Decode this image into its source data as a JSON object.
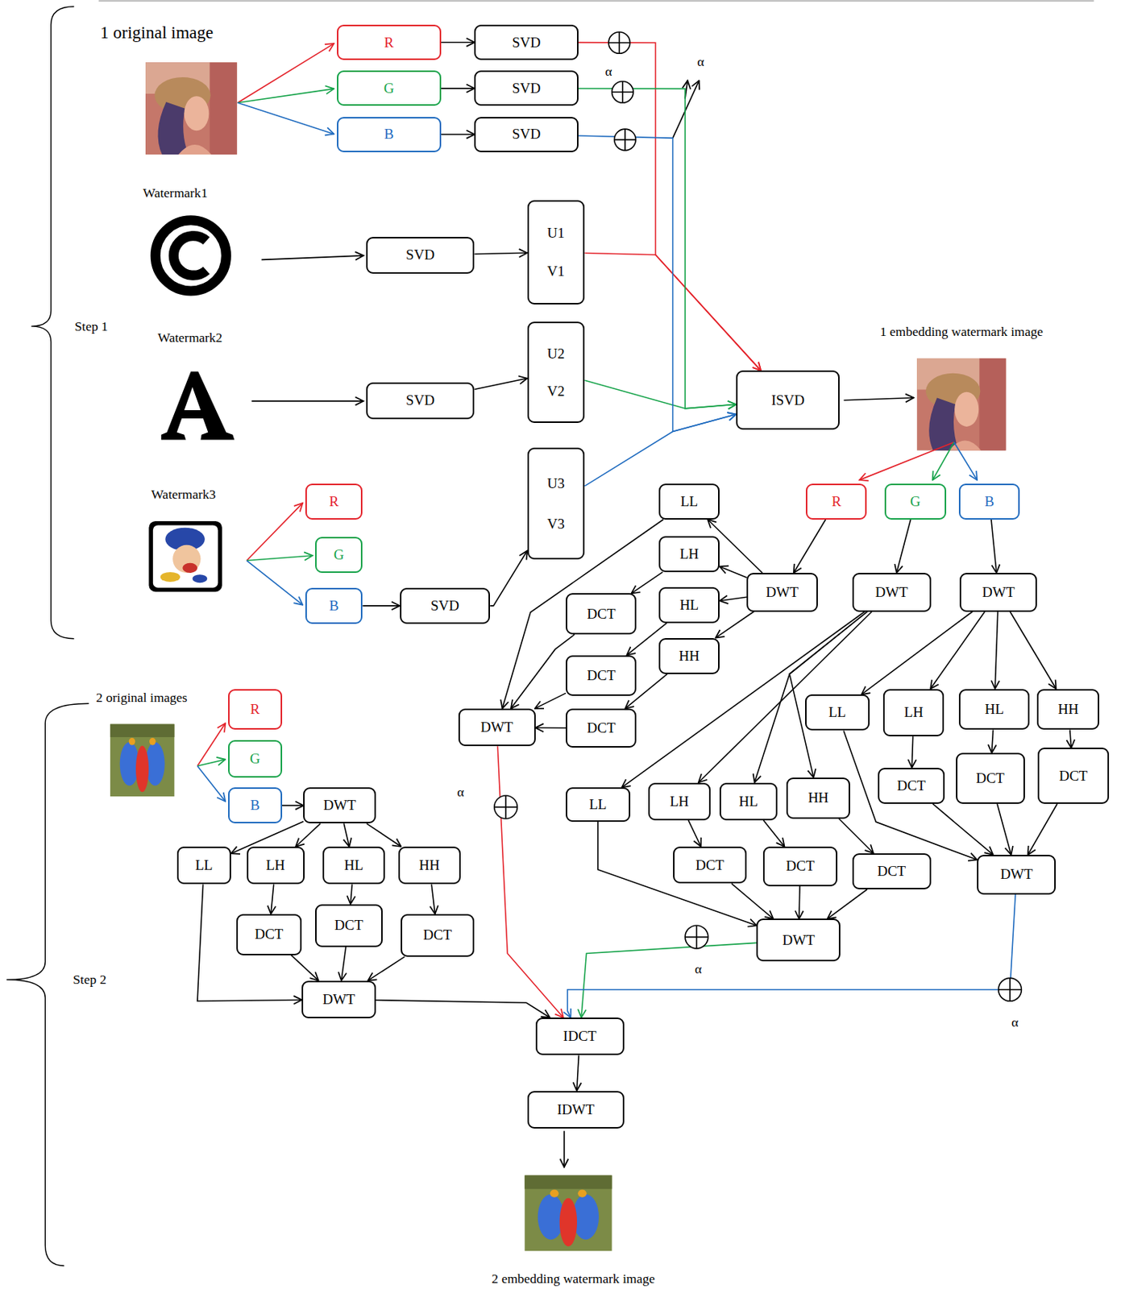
{
  "diagram": {
    "nodes": [
      {
        "text": [
          "R"
        ]
      },
      {
        "text": [
          "G"
        ]
      },
      {
        "text": [
          "B"
        ]
      },
      {
        "text": [
          "SVD"
        ]
      },
      {
        "text": [
          "SVD"
        ]
      },
      {
        "text": [
          "SVD"
        ]
      },
      {
        "text": [
          "SVD"
        ]
      },
      {
        "text": [
          "U1",
          "V1"
        ]
      },
      {
        "text": [
          "SVD"
        ]
      },
      {
        "text": [
          "U2",
          "V2"
        ]
      },
      {
        "text": [
          "R"
        ]
      },
      {
        "text": [
          "G"
        ]
      },
      {
        "text": [
          "B"
        ]
      },
      {
        "text": [
          "SVD"
        ]
      },
      {
        "text": [
          "U3",
          "V3"
        ]
      },
      {
        "text": [
          "ISVD"
        ]
      },
      {
        "text": [
          "R"
        ]
      },
      {
        "text": [
          "G"
        ]
      },
      {
        "text": [
          "B"
        ]
      },
      {
        "text": [
          "DWT"
        ]
      },
      {
        "text": [
          "DWT"
        ]
      },
      {
        "text": [
          "DWT"
        ]
      },
      {
        "text": [
          "LL"
        ]
      },
      {
        "text": [
          "LH"
        ]
      },
      {
        "text": [
          "HL"
        ]
      },
      {
        "text": [
          "HH"
        ]
      },
      {
        "text": [
          "DCT"
        ]
      },
      {
        "text": [
          "DCT"
        ]
      },
      {
        "text": [
          "DCT"
        ]
      },
      {
        "text": [
          "DWT"
        ]
      },
      {
        "text": [
          "LL"
        ]
      },
      {
        "text": [
          "LH"
        ]
      },
      {
        "text": [
          "HL"
        ]
      },
      {
        "text": [
          "HH"
        ]
      },
      {
        "text": [
          "DCT"
        ]
      },
      {
        "text": [
          "DCT"
        ]
      },
      {
        "text": [
          "DCT"
        ]
      },
      {
        "text": [
          "DWT"
        ]
      },
      {
        "text": [
          "LL"
        ]
      },
      {
        "text": [
          "LH"
        ]
      },
      {
        "text": [
          "HL"
        ]
      },
      {
        "text": [
          "HH"
        ]
      },
      {
        "text": [
          "DCT"
        ]
      },
      {
        "text": [
          "DCT"
        ]
      },
      {
        "text": [
          "DCT"
        ]
      },
      {
        "text": [
          "DWT"
        ]
      },
      {
        "text": [
          "R"
        ]
      },
      {
        "text": [
          "G"
        ]
      },
      {
        "text": [
          "B"
        ]
      },
      {
        "text": [
          "DWT"
        ]
      },
      {
        "text": [
          "LL"
        ]
      },
      {
        "text": [
          "LH"
        ]
      },
      {
        "text": [
          "HL"
        ]
      },
      {
        "text": [
          "HH"
        ]
      },
      {
        "text": [
          "DCT"
        ]
      },
      {
        "text": [
          "DCT"
        ]
      },
      {
        "text": [
          "DCT"
        ]
      },
      {
        "text": [
          "DWT"
        ]
      },
      {
        "text": [
          "IDCT"
        ]
      },
      {
        "text": [
          "IDWT"
        ]
      }
    ],
    "edges": [
      {
        "from": 0,
        "to": 3,
        "arrow": "to"
      },
      {
        "from": 1,
        "to": 4,
        "arrow": "to"
      },
      {
        "from": 2,
        "to": 5,
        "arrow": "to"
      },
      {
        "from": 3,
        "to": 15,
        "arrow": "to"
      },
      {
        "from": 7,
        "to": 15,
        "arrow": "to"
      },
      {
        "from": 4,
        "to": 15,
        "arrow": "to"
      },
      {
        "from": 9,
        "to": 15,
        "arrow": "to"
      },
      {
        "from": 5,
        "to": 15,
        "arrow": "to"
      },
      {
        "from": 14,
        "to": 15,
        "arrow": "to"
      },
      {
        "from": 6,
        "to": 7,
        "arrow": "to"
      },
      {
        "from": 8,
        "to": 9,
        "arrow": "to"
      },
      {
        "from": 12,
        "to": 13,
        "arrow": "to"
      },
      {
        "from": 13,
        "to": 14,
        "arrow": "to"
      },
      {
        "from": 16,
        "to": 19,
        "arrow": "to"
      },
      {
        "from": 17,
        "to": 20,
        "arrow": "to"
      },
      {
        "from": 18,
        "to": 21,
        "arrow": "to"
      },
      {
        "from": 19,
        "to": 22,
        "arrow": "to"
      },
      {
        "from": 19,
        "to": 23,
        "arrow": "to"
      },
      {
        "from": 19,
        "to": 24,
        "arrow": "to"
      },
      {
        "from": 19,
        "to": 25,
        "arrow": "to"
      },
      {
        "from": 23,
        "to": 26,
        "arrow": "to"
      },
      {
        "from": 24,
        "to": 27,
        "arrow": "to"
      },
      {
        "from": 25,
        "to": 28,
        "arrow": "to"
      },
      {
        "from": 22,
        "to": 29,
        "arrow": "to"
      },
      {
        "from": 26,
        "to": 29,
        "arrow": "to"
      },
      {
        "from": 27,
        "to": 29,
        "arrow": "to"
      },
      {
        "from": 28,
        "to": 29,
        "arrow": "to"
      },
      {
        "from": 29,
        "to": 58,
        "arrow": "to"
      },
      {
        "from": 20,
        "to": 30,
        "arrow": "to"
      },
      {
        "from": 20,
        "to": 31,
        "arrow": "to"
      },
      {
        "from": 20,
        "to": 32,
        "arrow": "to"
      },
      {
        "from": 20,
        "to": 33,
        "arrow": "to"
      },
      {
        "from": 31,
        "to": 34,
        "arrow": "to"
      },
      {
        "from": 32,
        "to": 35,
        "arrow": "to"
      },
      {
        "from": 33,
        "to": 36,
        "arrow": "to"
      },
      {
        "from": 30,
        "to": 37,
        "arrow": "to"
      },
      {
        "from": 34,
        "to": 37,
        "arrow": "to"
      },
      {
        "from": 35,
        "to": 37,
        "arrow": "to"
      },
      {
        "from": 36,
        "to": 37,
        "arrow": "to"
      },
      {
        "from": 37,
        "to": 58,
        "arrow": "to"
      },
      {
        "from": 21,
        "to": 38,
        "arrow": "to"
      },
      {
        "from": 21,
        "to": 39,
        "arrow": "to"
      },
      {
        "from": 21,
        "to": 40,
        "arrow": "to"
      },
      {
        "from": 21,
        "to": 41,
        "arrow": "to"
      },
      {
        "from": 39,
        "to": 42,
        "arrow": "to"
      },
      {
        "from": 40,
        "to": 43,
        "arrow": "to"
      },
      {
        "from": 41,
        "to": 44,
        "arrow": "to"
      },
      {
        "from": 38,
        "to": 45,
        "arrow": "to"
      },
      {
        "from": 42,
        "to": 45,
        "arrow": "to"
      },
      {
        "from": 43,
        "to": 45,
        "arrow": "to"
      },
      {
        "from": 44,
        "to": 45,
        "arrow": "to"
      },
      {
        "from": 45,
        "to": 58,
        "arrow": "to"
      },
      {
        "from": 48,
        "to": 49,
        "arrow": "to"
      },
      {
        "from": 49,
        "to": 50,
        "arrow": "to"
      },
      {
        "from": 49,
        "to": 51,
        "arrow": "to"
      },
      {
        "from": 49,
        "to": 52,
        "arrow": "to"
      },
      {
        "from": 49,
        "to": 53,
        "arrow": "to"
      },
      {
        "from": 51,
        "to": 54,
        "arrow": "to"
      },
      {
        "from": 52,
        "to": 55,
        "arrow": "to"
      },
      {
        "from": 53,
        "to": 56,
        "arrow": "to"
      },
      {
        "from": 50,
        "to": 57,
        "arrow": "to"
      },
      {
        "from": 54,
        "to": 57,
        "arrow": "to"
      },
      {
        "from": 55,
        "to": 57,
        "arrow": "to"
      },
      {
        "from": 56,
        "to": 57,
        "arrow": "to"
      },
      {
        "from": 57,
        "to": 58,
        "arrow": "to"
      },
      {
        "from": 58,
        "to": 59,
        "arrow": "to"
      }
    ],
    "labels": [
      "1 original image",
      "α",
      "α",
      "Watermark1",
      "Step 1",
      "1 embedding watermark image",
      "Watermark2",
      "Watermark3",
      "2 original images",
      "α",
      "α",
      "Step 2",
      "α",
      "2 embedding watermark image"
    ]
  }
}
